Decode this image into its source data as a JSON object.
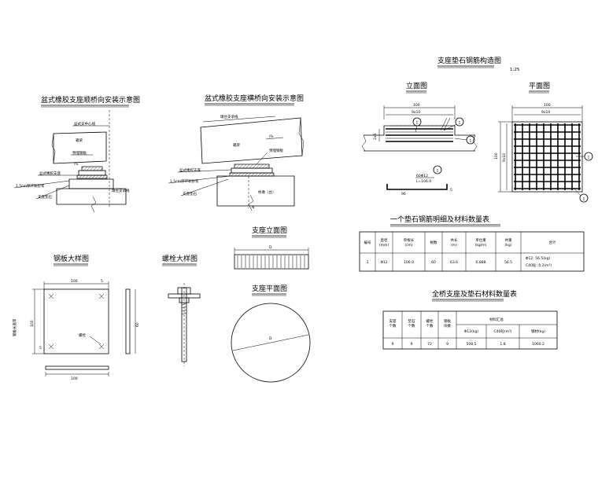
{
  "titles": {
    "pier_detail": "支座垫石钢筋构造图",
    "pier_scale": "1:25",
    "longitudinal": "盆式橡胶支座顺桥向安装示意图",
    "transverse": "盆式橡胶支座横桥向安装示意图",
    "elevation_view": "立面图",
    "plan_view": "平面图",
    "steel_plate": "钢板大样图",
    "bolt": "螺栓大样图",
    "bearing_elevation": "支座立面图",
    "bearing_plan": "支座平面图",
    "table1": "一个垫石钢筋明细及材料数量表",
    "table2": "全桥支座及垫石材料数量表"
  },
  "longitudinal_labels": {
    "bearing_centerline": "盆式支中心线",
    "beam": "箱梁",
    "top_plate": "预埋钢板",
    "slope": "i%",
    "bearing": "盆式橡胶支座",
    "mortar": "1.5cm厚环氧砂浆",
    "pad_stone": "支座垫石",
    "pier_centerline": "墩台支承线"
  },
  "transverse_labels": {
    "bearing_line": "墩台支承线",
    "beam": "箱梁",
    "slope": "i%",
    "top_plate": "预埋钢板",
    "bearing": "盆式橡胶支座",
    "mortar": "1.5cm厚环氧砂浆",
    "pad_stone": "支座垫石",
    "pier": "桥墩（台）",
    "north": "N"
  },
  "elevation_dims": {
    "width": "100",
    "spacing": "9x10",
    "side": "2x5",
    "marker": "1"
  },
  "plan_dims": {
    "width": "100",
    "spacing": "9x10",
    "height": "100",
    "height_spacing": "9x10",
    "marker": "1"
  },
  "rebar_shape": {
    "label": "60Φ12",
    "length_label": "L=106.0",
    "length": "96",
    "hook": "5",
    "marker": "1"
  },
  "steel_plate_dims": {
    "width": "100",
    "height": "100",
    "edge": "5",
    "bolt_label": "螺栓",
    "side_thickness": "60",
    "side_label": "钢板长宽厚",
    "bottom_width": "100"
  },
  "bearing_dims": {
    "elevation_d": "D",
    "plan_d": "D"
  },
  "table1": {
    "headers": [
      "编号",
      "直径\n(mm)",
      "单根长\n(cm)",
      "根数",
      "共长\n(m)",
      "单位重\n(kg/m)",
      "共重\n(kg)",
      "合计"
    ],
    "row": [
      "1",
      "Φ12",
      "106.0",
      "60",
      "63.6",
      "0.888",
      "56.5"
    ],
    "totals": [
      "Φ12: 56.5(kg)",
      "C40砼: 0.2(m³)"
    ]
  },
  "table2": {
    "headers": [
      "支座\n个数",
      "垫石\n个数",
      "螺栓\n个数",
      "钢板\n块数"
    ],
    "group_header": "材料汇总",
    "sub_headers": [
      "Φ12(kg)",
      "C40砼(m³)",
      "钢材(kg)"
    ],
    "row": [
      "9",
      "9",
      "72",
      "9",
      "508.5",
      "1.8",
      "1060.2"
    ]
  }
}
